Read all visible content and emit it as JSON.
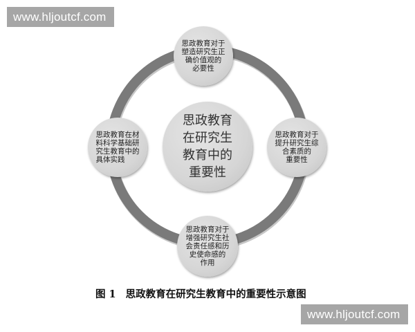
{
  "watermarks": {
    "top": "www.hljoutcf.com",
    "bottom": "www.hljoutcf.com"
  },
  "colors": {
    "ring": "#7a7a7a",
    "node_fill": "#d8d8d8",
    "watermark_bg": "#a6a6a6"
  },
  "diagram": {
    "center": "思政教育\n在研究生\n教育中的\n重要性",
    "nodes": {
      "top": "思政教育对于\n塑造研究生正\n确价值观的\n必要性",
      "right": "思政教育对于\n提升研究生综\n合素质的\n重要性",
      "bottom": "思政教育对于\n增强研究生社\n会责任感和历\n史使命感的\n作用",
      "left": "思政教育在材\n料科学基础研\n究生教育中的\n具体实践"
    }
  },
  "caption": {
    "number": "图 1",
    "title": "思政教育在研究生教育中的重要性示意图"
  }
}
